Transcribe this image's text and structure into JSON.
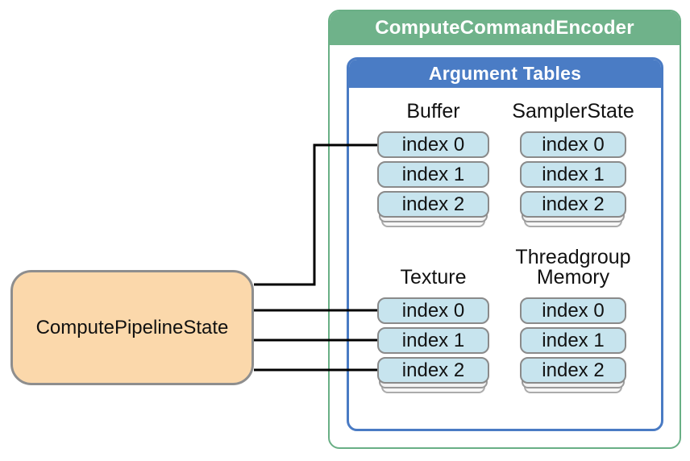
{
  "diagram": {
    "encoder_title": "ComputeCommandEncoder",
    "argument_tables_title": "Argument Tables",
    "pipeline_box_label": "ComputePipelineState",
    "tables": [
      {
        "id": "buffer",
        "title": "Buffer",
        "rows": [
          "index 0",
          "index 1",
          "index 2"
        ]
      },
      {
        "id": "sampler-state",
        "title": "SamplerState",
        "rows": [
          "index 0",
          "index 1",
          "index 2"
        ]
      },
      {
        "id": "texture",
        "title": "Texture",
        "rows": [
          "index 0",
          "index 1",
          "index 2"
        ]
      },
      {
        "id": "threadgroup-memory",
        "title": "Threadgroup Memory",
        "title_lines": [
          "Threadgroup",
          "Memory"
        ],
        "rows": [
          "index 0",
          "index 1",
          "index 2"
        ]
      }
    ],
    "connections": [
      {
        "from": "ComputePipelineState",
        "to": "Buffer index 0"
      },
      {
        "from": "ComputePipelineState",
        "to": "Texture index 0"
      },
      {
        "from": "ComputePipelineState",
        "to": "Texture index 1"
      },
      {
        "from": "ComputePipelineState",
        "to": "Texture index 2"
      }
    ],
    "colors": {
      "encoder_green": "#6FB28A",
      "tables_blue": "#4A7CC5",
      "cell_fill_blue": "#C7E4EE",
      "cell_border_gray": "#8A8A8A",
      "pipeline_orange": "#FBD8AB",
      "connector_black": "#000000"
    }
  }
}
